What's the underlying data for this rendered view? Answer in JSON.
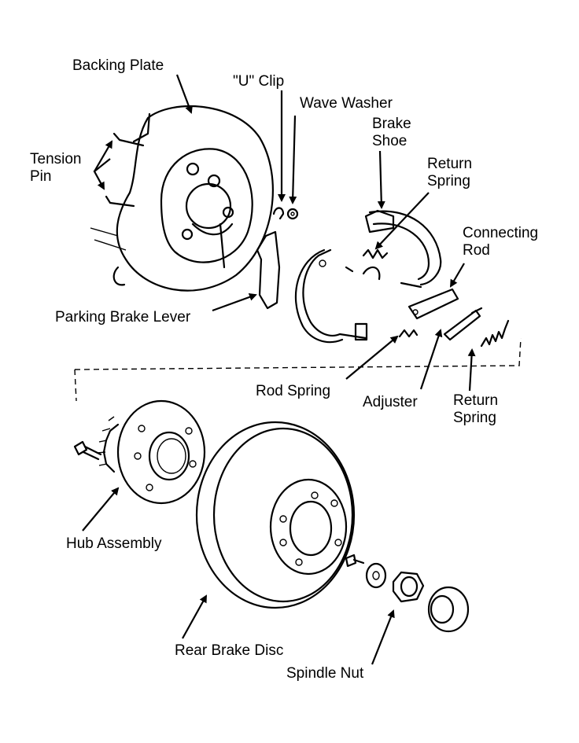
{
  "labels": {
    "backing_plate": "Backing Plate",
    "u_clip": "\"U\" Clip",
    "wave_washer": "Wave Washer",
    "brake_shoe_1": "Brake",
    "brake_shoe_2": "Shoe",
    "tension_pin_1": "Tension",
    "tension_pin_2": "Pin",
    "return_spring_top_1": "Return",
    "return_spring_top_2": "Spring",
    "connecting_rod_1": "Connecting",
    "connecting_rod_2": "Rod",
    "parking_brake_lever": "Parking Brake Lever",
    "rod_spring": "Rod Spring",
    "adjuster": "Adjuster",
    "return_spring_bottom_1": "Return",
    "return_spring_bottom_2": "Spring",
    "hub_assembly": "Hub Assembly",
    "rear_brake_disc": "Rear Brake Disc",
    "spindle_nut": "Spindle Nut"
  }
}
